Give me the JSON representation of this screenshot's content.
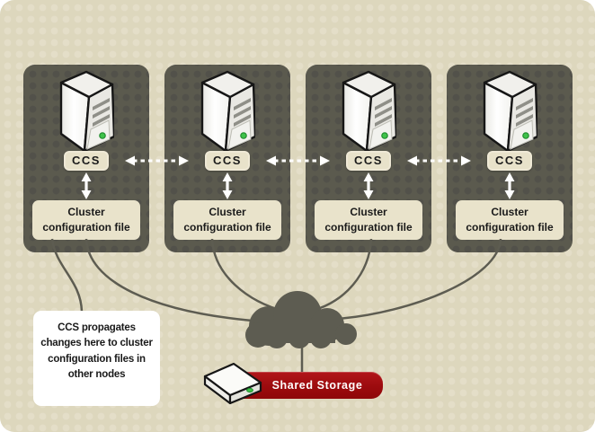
{
  "colors": {
    "canvas_bg": "#ddd7bd",
    "canvas_dot": "#e4dec8",
    "node_bg": "#5b5a4e",
    "node_dot": "#52514a",
    "box_fill": "#e9e3cb",
    "connector": "#5d5c51",
    "storage_red": "#9c0b0e",
    "arrow_white": "#ffffff",
    "text_dark": "#1a1a1a",
    "led_green": "#3fc24a"
  },
  "nodes": [
    {
      "ccs": "CCS",
      "config_line1": "Cluster",
      "config_line2": "configuration file"
    },
    {
      "ccs": "CCS",
      "config_line1": "Cluster",
      "config_line2": "configuration file"
    },
    {
      "ccs": "CCS",
      "config_line1": "Cluster",
      "config_line2": "configuration file"
    },
    {
      "ccs": "CCS",
      "config_line1": "Cluster",
      "config_line2": "configuration file"
    }
  ],
  "callout": {
    "lines": [
      "CCS propagates",
      "changes here to cluster",
      "configuration files in",
      "other nodes"
    ]
  },
  "storage": {
    "label": "Shared Storage"
  },
  "icons": {
    "server": "server-tower-icon",
    "storage_device": "disk-enclosure-icon",
    "network": "cloud-icon",
    "sync": "dashed-double-arrow-icon",
    "exchange": "vertical-double-arrow-icon"
  }
}
